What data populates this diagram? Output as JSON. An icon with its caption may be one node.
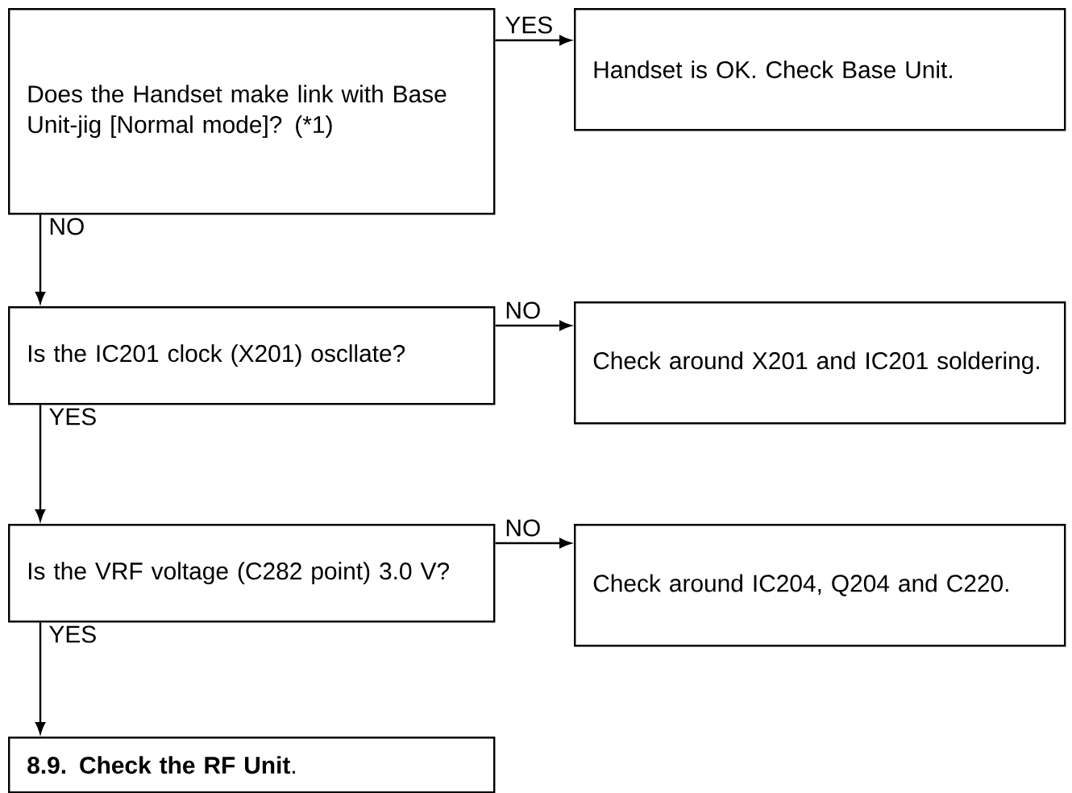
{
  "diagram": {
    "nodes": [
      {
        "text": [
          "Does the Handset make link with Base Unit-jig [Normal mode]? (*1)"
        ]
      },
      {
        "text": [
          "Handset is OK. Check Base Unit."
        ]
      },
      {
        "text": [
          "Is the IC201 clock (X201) oscllate?"
        ]
      },
      {
        "text": [
          "Check around X201 and IC201 soldering."
        ]
      },
      {
        "text": [
          "Is the VRF voltage (C282 point) 3.0 V?"
        ]
      },
      {
        "text": [
          "Check around IC204, Q204 and C220."
        ]
      },
      {
        "text": [
          "**8.9. Check the RF Unit**."
        ]
      }
    ],
    "edges": [
      {
        "from": 0,
        "to": 1,
        "arrow": "to",
        "label": "YES"
      },
      {
        "from": 0,
        "to": 2,
        "arrow": "to",
        "label": "NO"
      },
      {
        "from": 2,
        "to": 3,
        "arrow": "to",
        "label": "NO"
      },
      {
        "from": 2,
        "to": 4,
        "arrow": "to",
        "label": "YES"
      },
      {
        "from": 4,
        "to": 5,
        "arrow": "to",
        "label": "NO"
      },
      {
        "from": 4,
        "to": 6,
        "arrow": "to",
        "label": "YES"
      }
    ]
  }
}
